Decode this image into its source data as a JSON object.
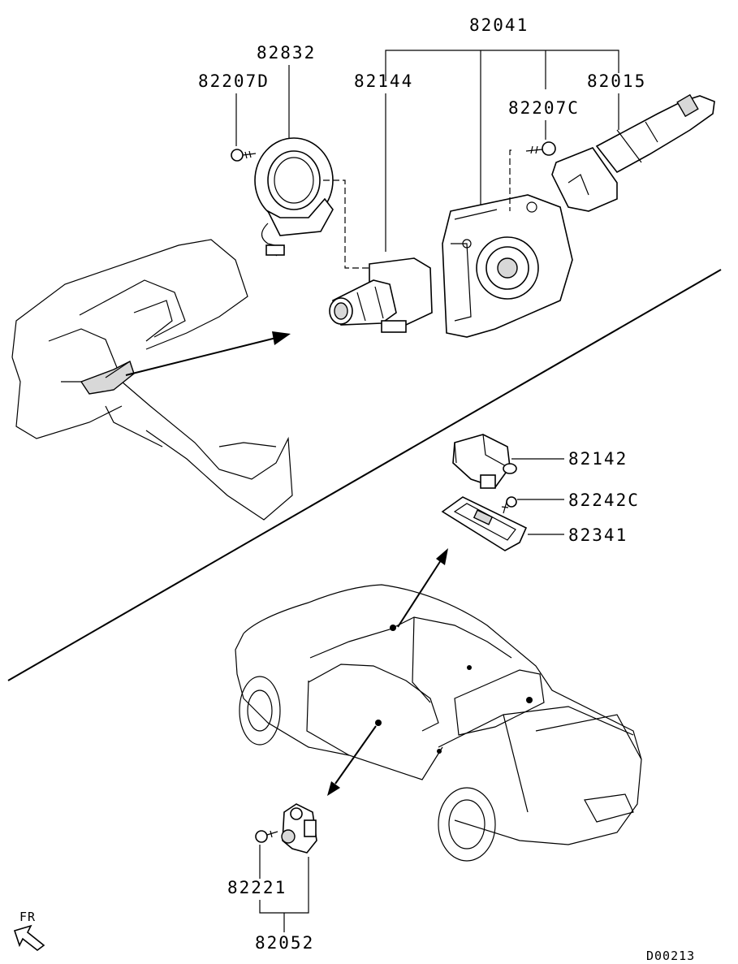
{
  "diagram": {
    "labels": {
      "p82041": "82041",
      "p82832": "82832",
      "p82207D": "82207D",
      "p82144": "82144",
      "p82015": "82015",
      "p82207C": "82207C",
      "p82142": "82142",
      "p82242C": "82242C",
      "p82341": "82341",
      "p82221": "82221",
      "p82052": "82052"
    },
    "fr_label": "FR",
    "drawing_code": "D00213"
  }
}
